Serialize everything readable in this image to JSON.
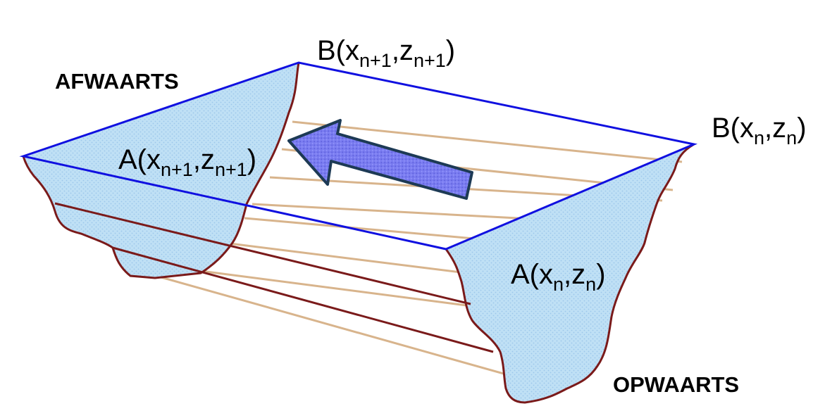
{
  "labels": {
    "upstream_direction": "AFWAARTS",
    "downstream_direction": "OPWAARTS",
    "b_next": {
      "main": "B(x",
      "sub1": "n+1",
      "mid": ",z",
      "sub2": "n+1",
      "end": ")"
    },
    "b_curr": {
      "main": "B(x",
      "sub1": "n",
      "mid": ",z",
      "sub2": "n",
      "end": ")"
    },
    "a_next": {
      "main": "A(x",
      "sub1": "n+1",
      "mid": ",z",
      "sub2": "n+1",
      "end": ")"
    },
    "a_curr": {
      "main": "A(x",
      "sub1": "n",
      "mid": ",z",
      "sub2": "n",
      "end": ")"
    }
  },
  "colors": {
    "surface_edge": "#1010e0",
    "bank_line": "#7a1a1a",
    "bottom_line": "#d8b48c",
    "section_fill": "#bfe0f5",
    "arrow_fill": "#7a7cf0",
    "arrow_stroke": "#1d3a55"
  },
  "icons": {
    "flow_arrow": "left-arrow-icon"
  }
}
